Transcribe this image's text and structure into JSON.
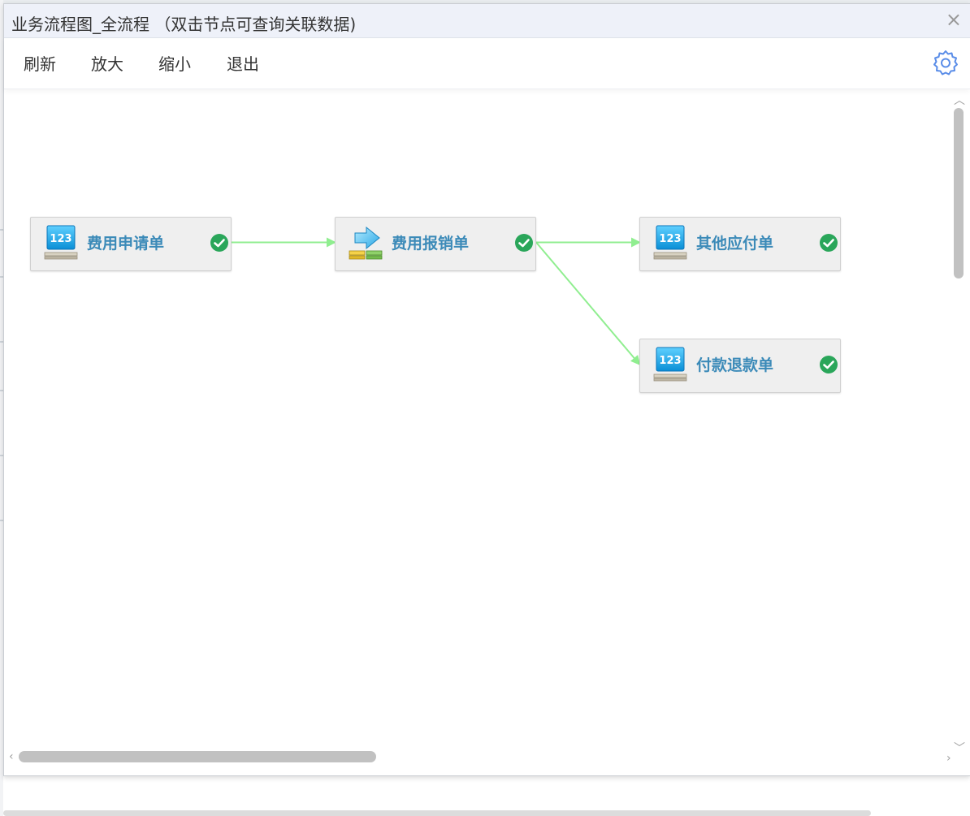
{
  "dialog": {
    "title": "业务流程图_全流程 （双击节点可查询关联数据)",
    "close_label": "×"
  },
  "toolbar": {
    "refresh_label": "刷新",
    "zoom_in_label": "放大",
    "zoom_out_label": "缩小",
    "exit_label": "退出"
  },
  "flow": {
    "nodes": [
      {
        "id": "expense-application",
        "label": "费用申请单",
        "icon": "document-123-icon",
        "status": "completed"
      },
      {
        "id": "expense-reimbursement",
        "label": "费用报销单",
        "icon": "transfer-arrow-icon",
        "status": "completed"
      },
      {
        "id": "other-payable",
        "label": "其他应付单",
        "icon": "document-123-icon",
        "status": "completed"
      },
      {
        "id": "payment-refund",
        "label": "付款退款单",
        "icon": "document-123-icon",
        "status": "completed"
      }
    ],
    "edges": [
      {
        "from": "expense-application",
        "to": "expense-reimbursement"
      },
      {
        "from": "expense-reimbursement",
        "to": "other-payable"
      },
      {
        "from": "expense-reimbursement",
        "to": "payment-refund"
      }
    ],
    "edge_color": "#90ee90",
    "status_color": "#2aa65a",
    "label_color": "#3b8ab8"
  },
  "icon_text": "123"
}
